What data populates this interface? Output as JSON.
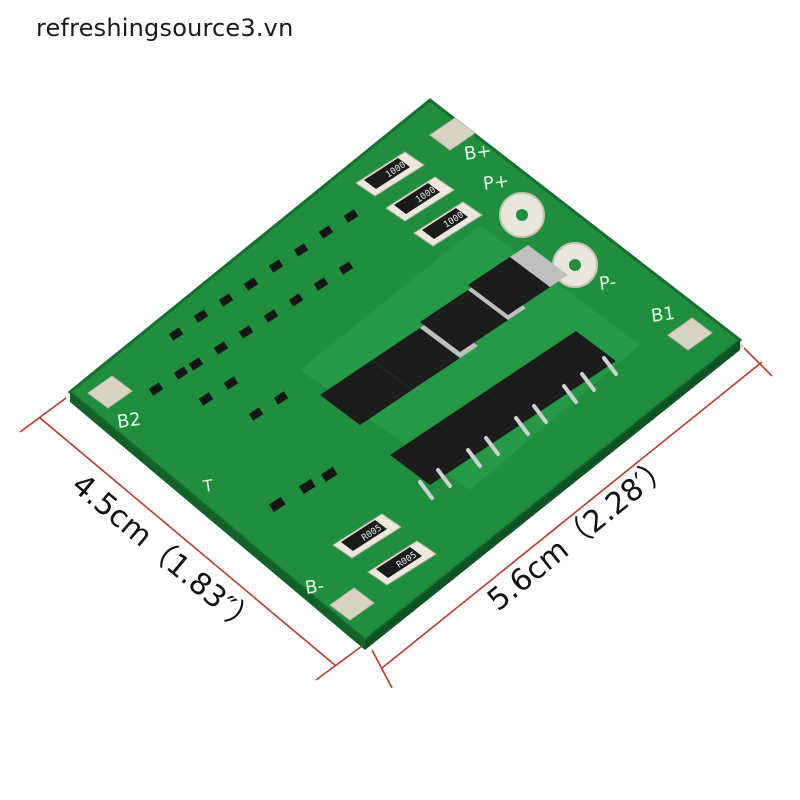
{
  "watermark": "refreshingsource3.vn",
  "board": {
    "silkscreen": {
      "b_plus": "B+",
      "p_plus": "P+",
      "p_minus": "P-",
      "b1": "B1",
      "b2": "B2",
      "b_minus": "B-",
      "t": "T"
    },
    "resistors_1000": [
      "1000",
      "1000",
      "1000"
    ],
    "resistors_r005": [
      "R005",
      "R005"
    ]
  },
  "dimensions": {
    "height_label": "4.5cm（1.83″）",
    "width_label": "5.6cm（2.28′）"
  },
  "colors": {
    "pcb": "#1f8f3f",
    "pcb_edge": "#16702f",
    "dimension_line": "#c0392b",
    "pad": "#d9d3c4"
  }
}
